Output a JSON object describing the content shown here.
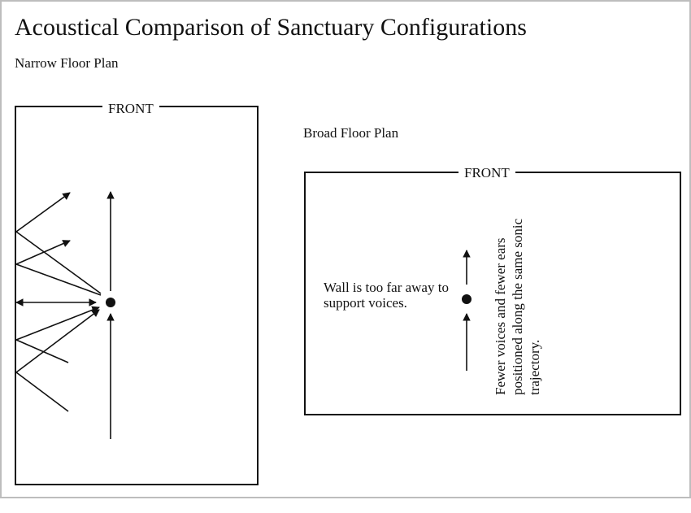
{
  "title": "Acoustical Comparison of Sanctuary Configurations",
  "narrow": {
    "label": "Narrow Floor Plan",
    "front_label": "FRONT"
  },
  "broad": {
    "label": "Broad Floor Plan",
    "front_label": "FRONT",
    "wall_note": "Wall is too far away to support voices.",
    "voices_note": "Fewer voices and fewer ears positioned along the same sonic trajectory."
  },
  "colors": {
    "ink": "#111111",
    "outer_border": "#bdbdbd",
    "background": "#ffffff"
  }
}
